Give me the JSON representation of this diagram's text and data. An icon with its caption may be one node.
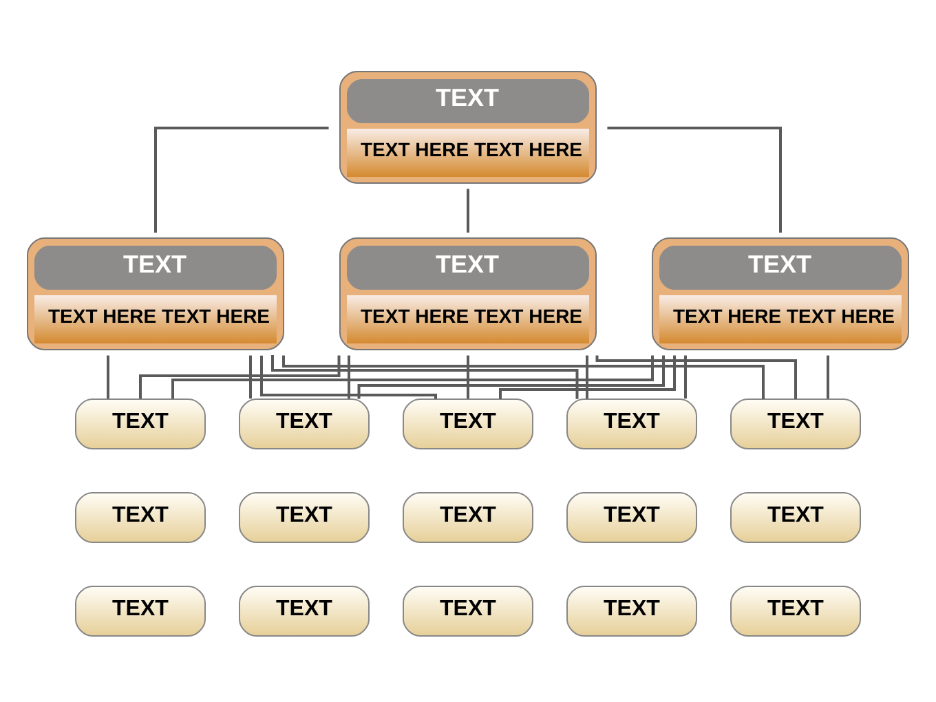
{
  "diagram": {
    "nodes": [
      {
        "text": [
          "TEXT",
          "TEXT HERE TEXT HERE"
        ]
      },
      {
        "text": [
          "TEXT",
          "TEXT HERE TEXT HERE"
        ]
      },
      {
        "text": [
          "TEXT",
          "TEXT HERE TEXT HERE"
        ]
      },
      {
        "text": [
          "TEXT",
          "TEXT HERE TEXT HERE"
        ]
      },
      {
        "text": [
          "TEXT"
        ]
      },
      {
        "text": [
          "TEXT"
        ]
      },
      {
        "text": [
          "TEXT"
        ]
      },
      {
        "text": [
          "TEXT"
        ]
      },
      {
        "text": [
          "TEXT"
        ]
      },
      {
        "text": [
          "TEXT"
        ]
      },
      {
        "text": [
          "TEXT"
        ]
      },
      {
        "text": [
          "TEXT"
        ]
      },
      {
        "text": [
          "TEXT"
        ]
      },
      {
        "text": [
          "TEXT"
        ]
      },
      {
        "text": [
          "TEXT"
        ]
      },
      {
        "text": [
          "TEXT"
        ]
      },
      {
        "text": [
          "TEXT"
        ]
      },
      {
        "text": [
          "TEXT"
        ]
      },
      {
        "text": [
          "TEXT"
        ]
      }
    ],
    "edges": [
      {
        "from": 0,
        "to": 1,
        "arrow": "none"
      },
      {
        "from": 0,
        "to": 2,
        "arrow": "none"
      },
      {
        "from": 0,
        "to": 3,
        "arrow": "none"
      },
      {
        "from": 1,
        "to": 4,
        "arrow": "none"
      },
      {
        "from": 1,
        "to": 5,
        "arrow": "none"
      },
      {
        "from": 1,
        "to": 6,
        "arrow": "none"
      },
      {
        "from": 1,
        "to": 7,
        "arrow": "none"
      },
      {
        "from": 1,
        "to": 8,
        "arrow": "none"
      },
      {
        "from": 2,
        "to": 4,
        "arrow": "none"
      },
      {
        "from": 2,
        "to": 5,
        "arrow": "none"
      },
      {
        "from": 2,
        "to": 6,
        "arrow": "none"
      },
      {
        "from": 2,
        "to": 7,
        "arrow": "none"
      },
      {
        "from": 2,
        "to": 8,
        "arrow": "none"
      },
      {
        "from": 3,
        "to": 4,
        "arrow": "none"
      },
      {
        "from": 3,
        "to": 5,
        "arrow": "none"
      },
      {
        "from": 3,
        "to": 6,
        "arrow": "none"
      },
      {
        "from": 3,
        "to": 7,
        "arrow": "none"
      },
      {
        "from": 3,
        "to": 8,
        "arrow": "none"
      }
    ]
  }
}
